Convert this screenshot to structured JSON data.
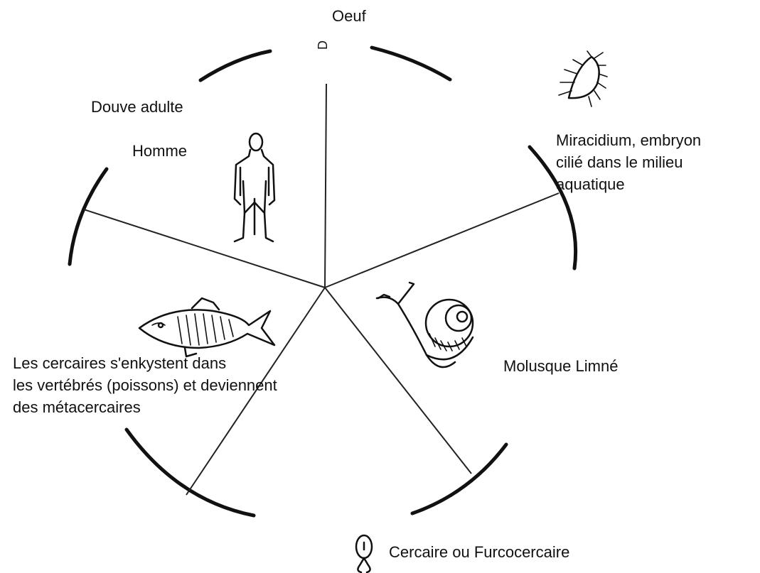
{
  "labels": {
    "oeuf": "Oeuf",
    "d_mark": "D",
    "douve_adulte": "Douve adulte",
    "homme": "Homme",
    "miracidium": [
      "Miracidium, embryon",
      "cilié dans le milieu",
      "aquatique"
    ],
    "mollusque": "Molusque Limné",
    "cercaires_enkystent": [
      "Les cercaires s'enkystent dans",
      "les vertébrés (poissons) et deviennent",
      "des métacercaires"
    ],
    "cercaire": "Cercaire ou Furcocercaire"
  },
  "icons": {
    "man": "human-figure-icon",
    "miracidium": "miracidium-larva-icon",
    "snail": "snail-icon",
    "fish": "fish-icon",
    "cercaria": "cercaria-icon"
  },
  "colors": {
    "ink": "#111111",
    "background": "#ffffff"
  }
}
